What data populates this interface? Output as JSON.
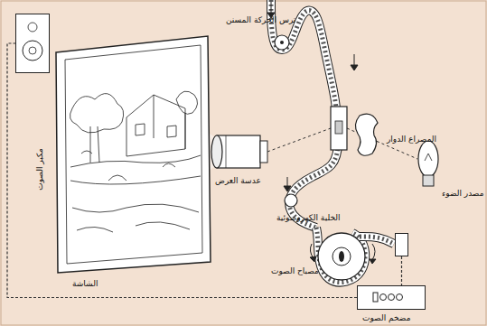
{
  "diagram": {
    "nodes": [
      {
        "text": [
          "مكبر الصوت"
        ]
      },
      {
        "text": [
          "الخلية الكهروضوئية"
        ]
      },
      {
        "text": [
          "مضخم الصوت"
        ]
      }
    ],
    "edges": [
      {
        "from": 1,
        "to": 2,
        "arrow": "none"
      },
      {
        "from": 2,
        "to": 0,
        "arrow": "none"
      }
    ],
    "labels": [
      "الشاشة",
      "عدسة العرض",
      "ترس الحركة المسنن",
      "المصراع الدوار",
      "مصدر الضوء",
      "مصباح الصوت"
    ]
  }
}
